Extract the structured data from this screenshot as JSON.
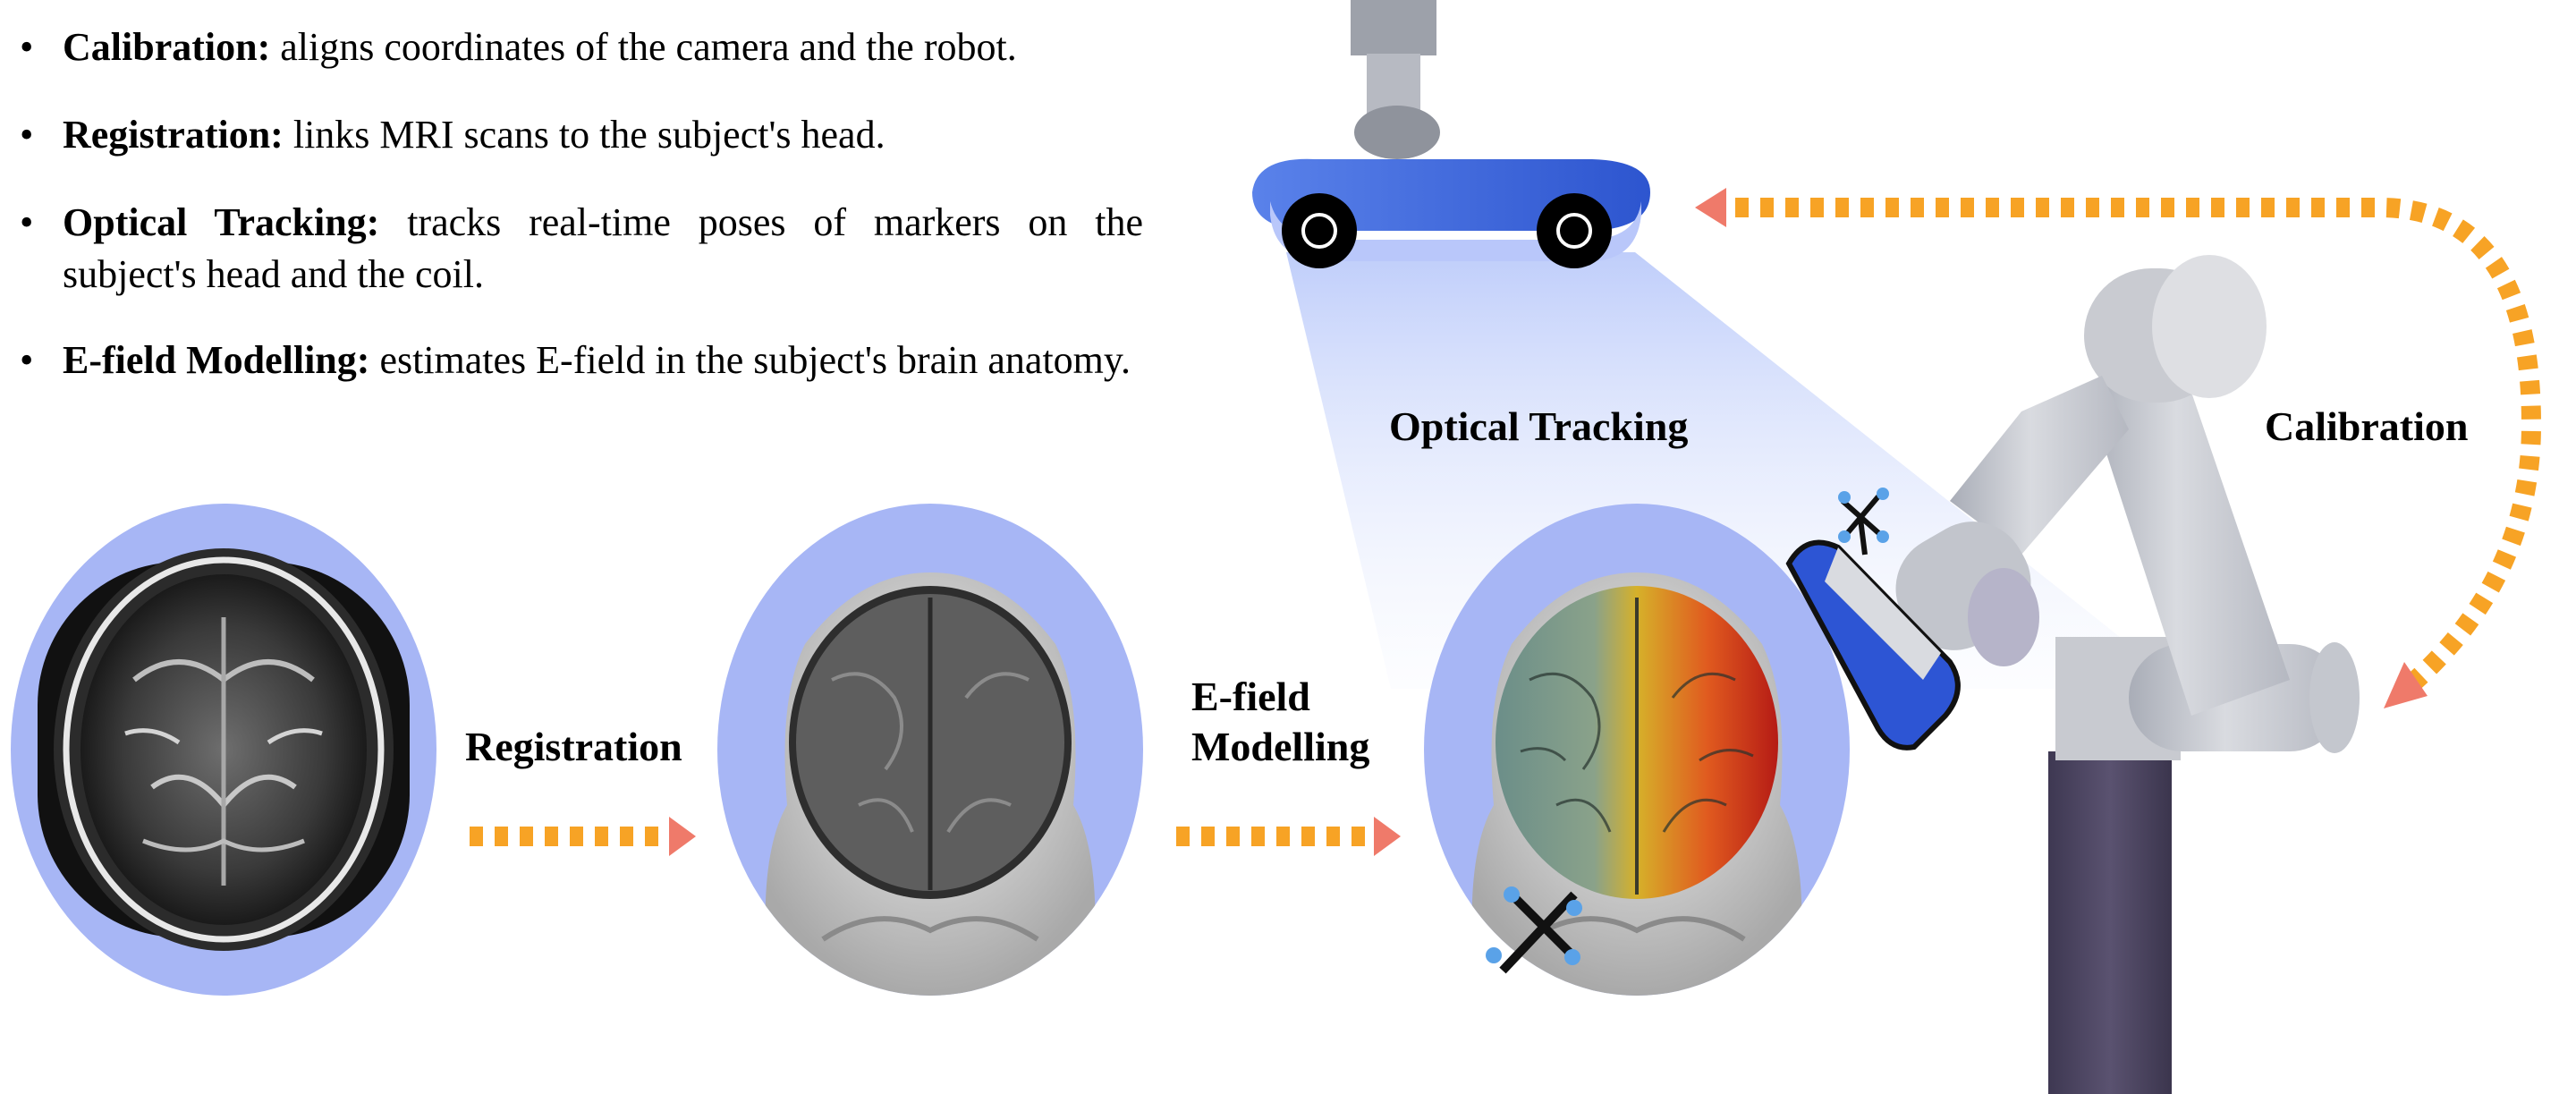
{
  "bullets": [
    {
      "term": "Calibration:",
      "desc": "aligns coordinates of the camera and the robot."
    },
    {
      "term": "Registration:",
      "desc": "links MRI scans to the subject's head."
    },
    {
      "term": "Optical Tracking:",
      "desc": "tracks real-time poses of markers on the subject's head and the coil."
    },
    {
      "term": "E-field Modelling:",
      "desc": "estimates E-field in the subject's brain anatomy."
    }
  ],
  "labels": {
    "optical_tracking": "Optical Tracking",
    "calibration": "Calibration",
    "registration": "Registration",
    "efield_line1": "E-field",
    "efield_line2": "Modelling"
  },
  "colors": {
    "halo": "#a7b6f5",
    "arrow_orange": "#f7a325",
    "arrow_head": "#ef7a6a",
    "camera_blue": "#3a62d6",
    "tracking_beam": "#c9d5fb",
    "robot_gray": "#c3c6cc",
    "robot_base": "#4a4360",
    "coil_blue": "#2d55d4"
  }
}
